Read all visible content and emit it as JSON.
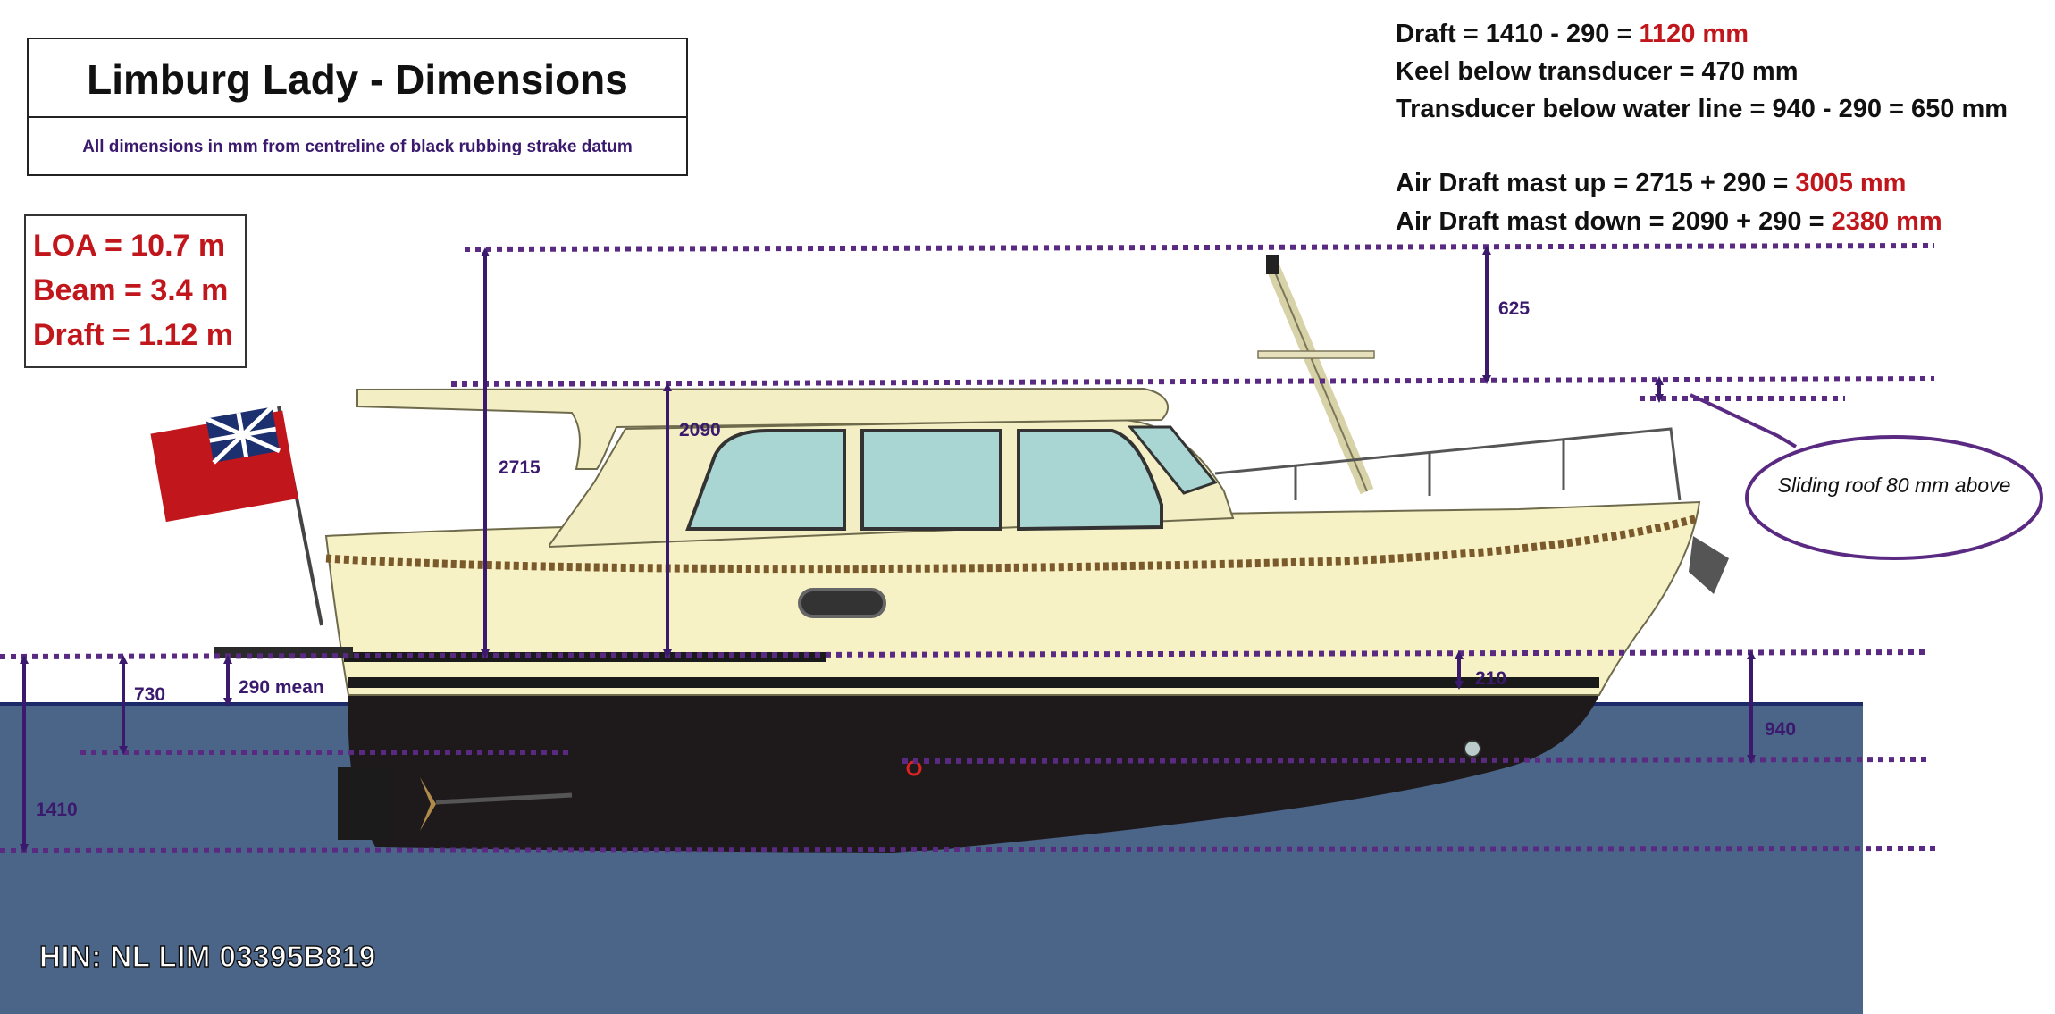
{
  "title": "Limburg Lady - Dimensions",
  "subtitle": "All dimensions in mm from centreline of black rubbing strake datum",
  "summary": {
    "loa": "LOA = 10.7 m",
    "beam": "Beam = 3.4 m",
    "draft": "Draft = 1.12 m"
  },
  "calculations": {
    "draft_prefix": "Draft = 1410 - 290 = ",
    "draft_result": "1120 mm",
    "keel": "Keel below transducer = 470 mm",
    "transducer": "Transducer below water line = 940 - 290 = 650 mm",
    "air_up_prefix": "Air Draft mast up = 2715 + 290 = ",
    "air_up_result": "3005 mm",
    "air_down_prefix": "Air Draft mast down = 2090 + 290 = ",
    "air_down_result": "2380 mm"
  },
  "dimensions": {
    "d2715": "2715",
    "d2090": "2090",
    "d625": "625",
    "d730": "730",
    "d290": "290 mean",
    "d210": "210",
    "d940": "940",
    "d1410": "1410"
  },
  "callout": "Sliding roof 80 mm above",
  "hin": "HIN: NL LIM 03395B819",
  "colors": {
    "water": "#4a6588",
    "hull_top": "#f7f1c6",
    "hull_bottom": "#1e1a1c",
    "dotted_line": "#5a2a82",
    "dim_arrow": "#3b1a6e",
    "highlight": "#c0161c",
    "flag": "#c0161c"
  }
}
